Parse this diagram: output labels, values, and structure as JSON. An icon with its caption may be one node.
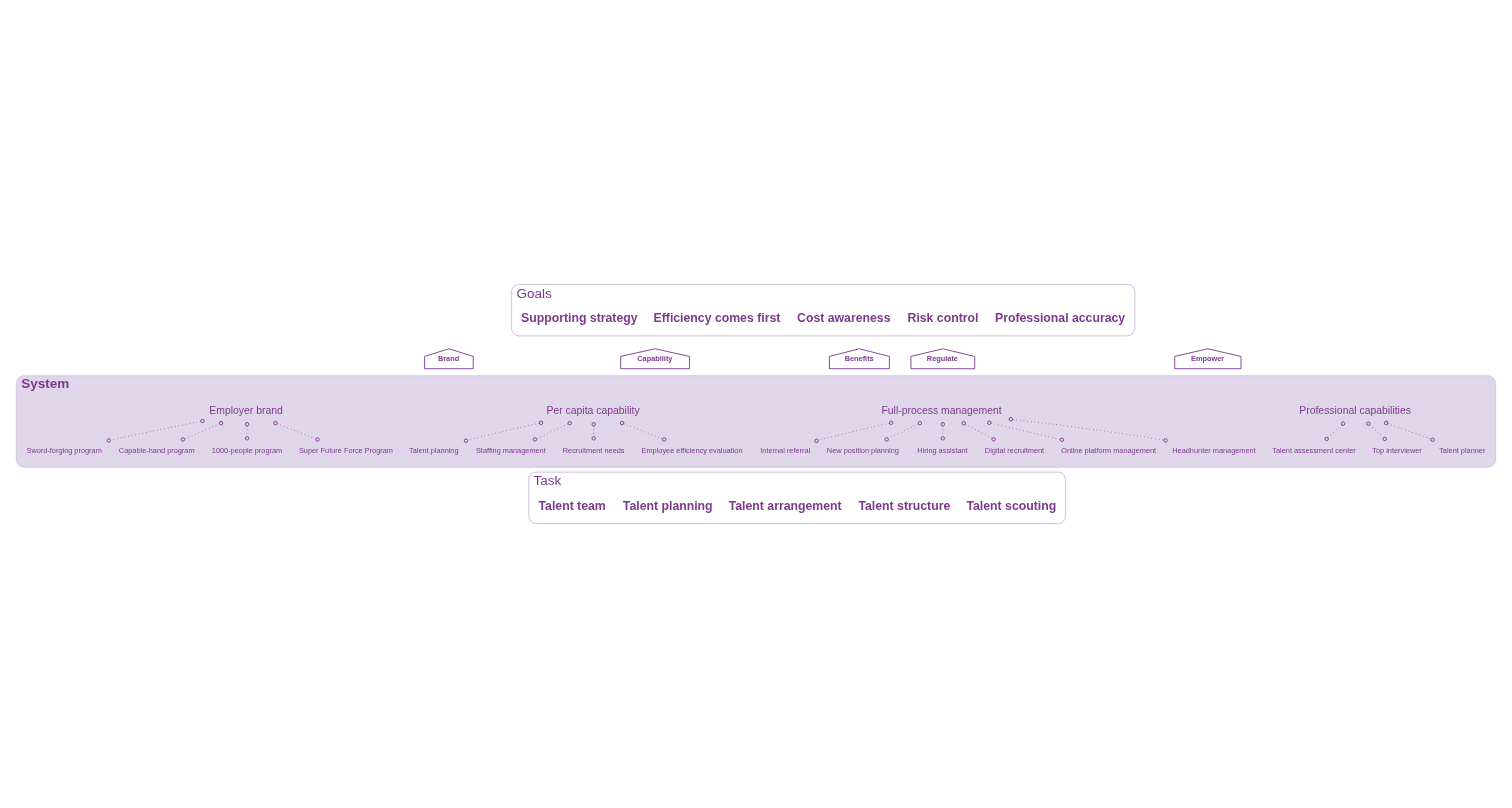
{
  "diagram": {
    "nodes": [
      {
        "text": [
          "Goals"
        ]
      },
      {
        "text": [
          "Supporting strategy"
        ],
        "in": 0
      },
      {
        "text": [
          "Efficiency comes first"
        ],
        "in": 0
      },
      {
        "text": [
          "Cost awareness"
        ],
        "in": 0
      },
      {
        "text": [
          "Risk control"
        ],
        "in": 0
      },
      {
        "text": [
          "Professional accuracy"
        ],
        "in": 0
      },
      {
        "text": [
          "Brand"
        ]
      },
      {
        "text": [
          "Capability"
        ]
      },
      {
        "text": [
          "Benefits"
        ]
      },
      {
        "text": [
          "Regulate"
        ]
      },
      {
        "text": [
          "Empower"
        ]
      },
      {
        "text": [
          "System"
        ]
      },
      {
        "text": [
          "Employer brand"
        ],
        "in": 11
      },
      {
        "text": [
          "Sword-forging program"
        ],
        "in": 11
      },
      {
        "text": [
          "Capable-hand program"
        ],
        "in": 11
      },
      {
        "text": [
          "1000-people program"
        ],
        "in": 11
      },
      {
        "text": [
          "Super Future Force Program"
        ],
        "in": 11
      },
      {
        "text": [
          "Per capita capability"
        ],
        "in": 11
      },
      {
        "text": [
          "Talent planning"
        ],
        "in": 11
      },
      {
        "text": [
          "Staffing management"
        ],
        "in": 11
      },
      {
        "text": [
          "Recruitment needs"
        ],
        "in": 11
      },
      {
        "text": [
          "Employee efficiency evaluation"
        ],
        "in": 11
      },
      {
        "text": [
          "Full-process management"
        ],
        "in": 11
      },
      {
        "text": [
          "Online platform management"
        ],
        "in": 11
      },
      {
        "text": [
          "Headhunter management"
        ],
        "in": 11
      },
      {
        "text": [
          "Internal referral"
        ],
        "in": 11
      },
      {
        "text": [
          "New position planning"
        ],
        "in": 11
      },
      {
        "text": [
          "Hiring assistant"
        ],
        "in": 11
      },
      {
        "text": [
          "Digital recruitment"
        ],
        "in": 11
      },
      {
        "text": [
          "Professional capabilities"
        ],
        "in": 11
      },
      {
        "text": [
          "Top interviewer"
        ],
        "in": 11
      },
      {
        "text": [
          "Talent planner"
        ],
        "in": 11
      },
      {
        "text": [
          "Talent assessment center"
        ],
        "in": 11
      },
      {
        "text": [
          "Task"
        ]
      },
      {
        "text": [
          "Talent team"
        ],
        "in": 33
      },
      {
        "text": [
          "Talent planning"
        ],
        "in": 33
      },
      {
        "text": [
          "Talent arrangement"
        ],
        "in": 33
      },
      {
        "text": [
          "Talent structure"
        ],
        "in": 33
      },
      {
        "text": [
          "Talent scouting"
        ],
        "in": 33
      }
    ],
    "edges": [
      {
        "from": 12,
        "to": 13,
        "arrow": "other",
        "style": "dashed"
      },
      {
        "from": 12,
        "to": 14,
        "arrow": "other",
        "style": "dashed"
      },
      {
        "from": 12,
        "to": 15,
        "arrow": "other",
        "style": "dashed"
      },
      {
        "from": 12,
        "to": 16,
        "arrow": "other",
        "style": "dashed"
      },
      {
        "from": 17,
        "to": 18,
        "arrow": "other",
        "style": "dashed"
      },
      {
        "from": 17,
        "to": 19,
        "arrow": "other",
        "style": "dashed"
      },
      {
        "from": 17,
        "to": 20,
        "arrow": "other",
        "style": "dashed"
      },
      {
        "from": 17,
        "to": 21,
        "arrow": "other",
        "style": "dashed"
      },
      {
        "from": 22,
        "to": 23,
        "arrow": "other",
        "style": "dashed"
      },
      {
        "from": 22,
        "to": 24,
        "arrow": "other",
        "style": "dashed"
      },
      {
        "from": 22,
        "to": 25,
        "arrow": "other",
        "style": "dashed"
      },
      {
        "from": 22,
        "to": 26,
        "arrow": "other",
        "style": "dashed"
      },
      {
        "from": 22,
        "to": 27,
        "arrow": "other",
        "style": "dashed"
      },
      {
        "from": 22,
        "to": 28,
        "arrow": "other",
        "style": "dashed"
      },
      {
        "from": 29,
        "to": 30,
        "arrow": "other",
        "style": "dashed"
      },
      {
        "from": 29,
        "to": 31,
        "arrow": "other",
        "style": "dashed"
      },
      {
        "from": 29,
        "to": 32,
        "arrow": "other",
        "style": "dashed"
      }
    ]
  }
}
